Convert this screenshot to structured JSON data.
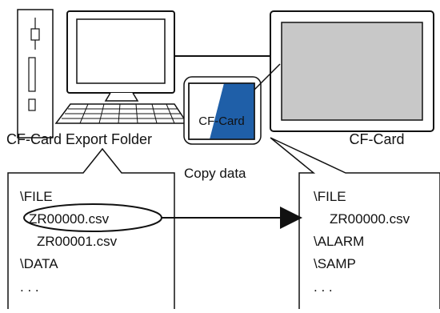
{
  "labels": {
    "pc_folder": "CF-Card Export Folder",
    "cf_card": "CF-Card",
    "card_chip": "CF-Card",
    "copy_data": "Copy data"
  },
  "left_folder": {
    "lines": [
      "\\FILE",
      "ZR00000.csv",
      "ZR00001.csv",
      "\\DATA",
      ". . ."
    ]
  },
  "right_folder": {
    "lines": [
      "\\FILE",
      "ZR00000.csv",
      "\\ALARM",
      "\\SAMP",
      ". . ."
    ]
  },
  "colors": {
    "card_blue": "#1f5fa8",
    "screen_gray": "#c8c8c8",
    "line": "#111111"
  }
}
